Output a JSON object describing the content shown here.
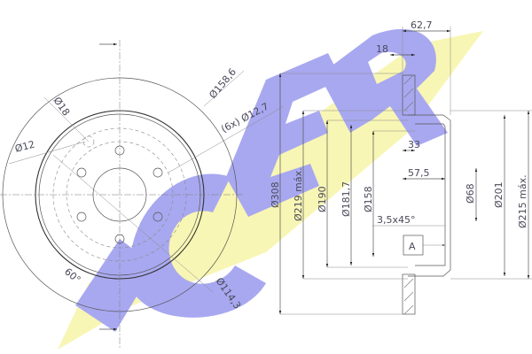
{
  "logo": {
    "text": "ICER",
    "colors": {
      "blue": "#a8a8f0",
      "yellow": "#f8f5b0"
    }
  },
  "front_view": {
    "dimensions": {
      "bolt_circle_outer": "Ø158,6",
      "bolt_hole": "(6x) Ø12,7",
      "pcd": "Ø114,3",
      "small_hole": "Ø12",
      "hub_hole_18": "Ø18",
      "angle": "60°"
    }
  },
  "section_view": {
    "dimensions": {
      "overall_width": "62,7",
      "thickness": "18",
      "outer_diameter": "Ø308",
      "d219": "Ø219 máx.",
      "d190": "Ø190",
      "d181": "Ø181,7",
      "d158": "Ø158",
      "offset_33": "33",
      "offset_57": "57,5",
      "chamfer": "3,5x45°",
      "datum": "A",
      "d68": "Ø68",
      "d201": "Ø201",
      "d215": "Ø215 máx."
    }
  }
}
